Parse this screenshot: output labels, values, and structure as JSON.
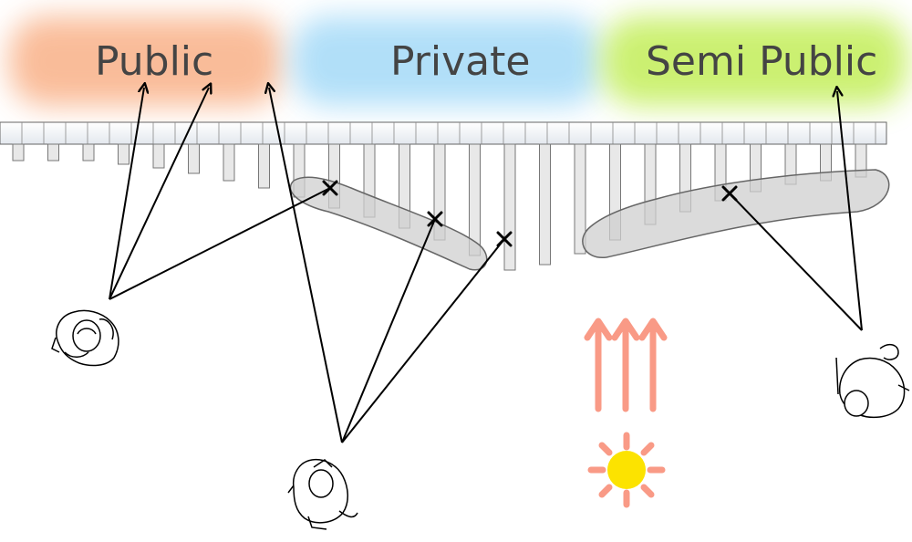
{
  "zones": [
    {
      "id": "public",
      "label": "Public",
      "color": "#f9b58e"
    },
    {
      "id": "private",
      "label": "Private",
      "color": "#a9dcf8"
    },
    {
      "id": "semi",
      "label": "Semi Public",
      "color": "#c9f06a"
    }
  ],
  "colors": {
    "ink": "#000000",
    "fin_fill": "#e8e8e8",
    "fin_stroke": "#777777",
    "blob_fill": "#cfcfcf",
    "sun": "#fce300",
    "sun_rays": "#f99a86",
    "light_arrows": "#f99a86"
  },
  "icons": {
    "person_left": "person-topview-icon",
    "person_center": "person-topview-icon",
    "person_right": "person-topview-icon",
    "sun": "sun-icon",
    "light_direction": "up-arrows-icon",
    "view_point": "x-mark-icon"
  }
}
